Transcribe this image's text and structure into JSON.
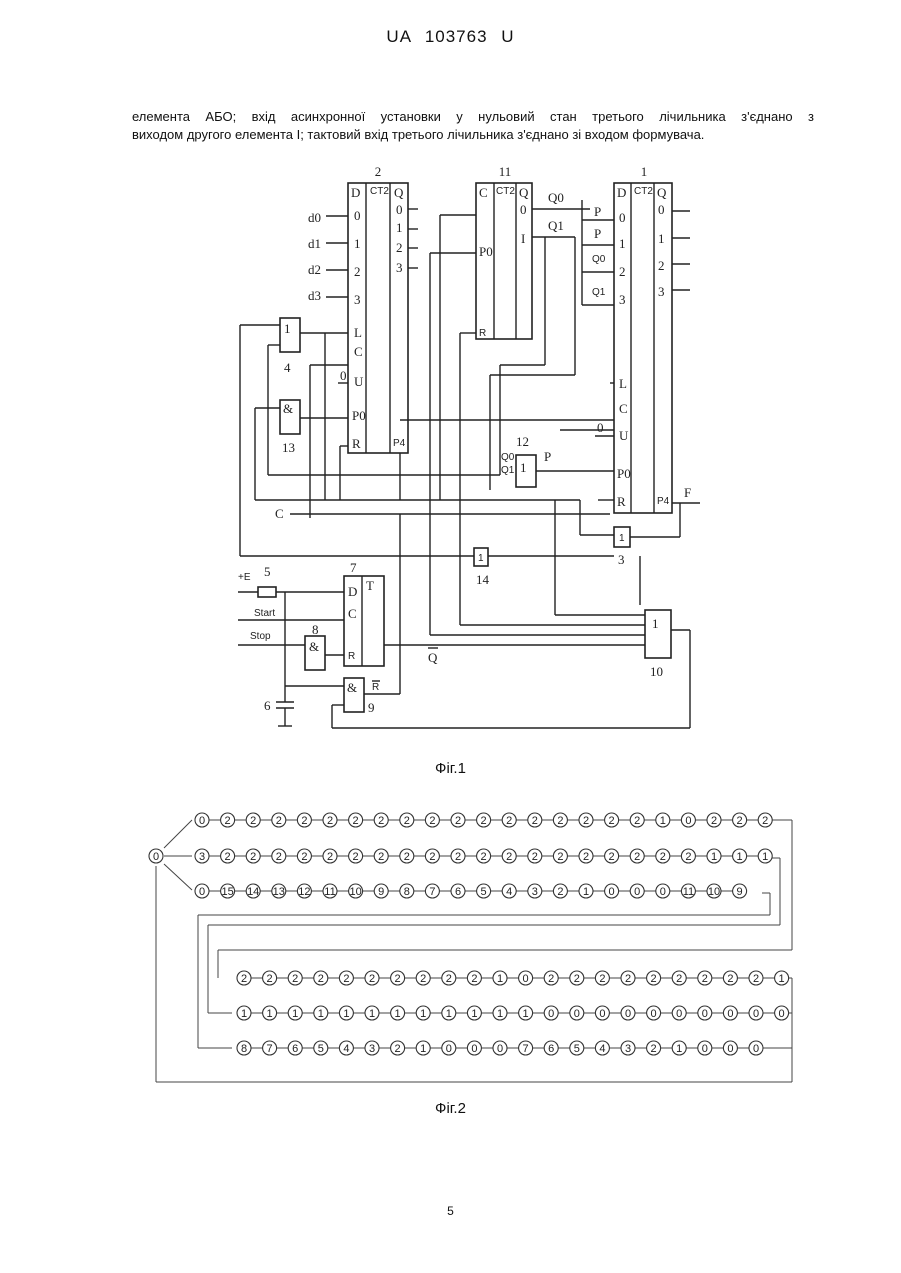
{
  "header": {
    "text": "UA   103763   U"
  },
  "paragraph": {
    "line1": "елемента АБО; вхід асинхронної установки у нульовий стан третього лічильника з'єднано з",
    "line2": "виходом другого елемента І; тактовий вхід третього лічильника з'єднано зі входом формувача."
  },
  "fig1": {
    "caption": "Фіг.1",
    "counter2": {
      "number": "2",
      "ct": "CT2",
      "pins_left": [
        "D",
        "0",
        "1",
        "2",
        "3",
        "L",
        "C",
        "U",
        "P0",
        "R"
      ],
      "pins_right": [
        "Q",
        "0",
        "1",
        "2",
        "3",
        "P4"
      ]
    },
    "counter11": {
      "number": "11",
      "ct": "CT2",
      "pins_left": [
        "C",
        "P0",
        "R"
      ],
      "pins_right": [
        "Q",
        "0",
        "I"
      ]
    },
    "counter1": {
      "number": "1",
      "ct": "CT2",
      "pins_left": [
        "D",
        "0",
        "1",
        "2",
        "3",
        "L",
        "C",
        "U",
        "P0",
        "R"
      ],
      "pins_right": [
        "Q",
        "0",
        "1",
        "2",
        "3",
        "P4"
      ]
    },
    "inputs": [
      "d0",
      "d1",
      "d2",
      "d3"
    ],
    "signals": {
      "q0": "Q0",
      "q1": "Q1",
      "p": "P",
      "c": "C",
      "f": "F",
      "e": "+E",
      "start": "Start",
      "stop": "Stop",
      "qbar": "Q",
      "rbar": "R",
      "zero": "0"
    },
    "gates": {
      "or": "1",
      "and": "&",
      "t": "T"
    },
    "numbers": [
      "4",
      "13",
      "12",
      "3",
      "14",
      "5",
      "7",
      "8",
      "6",
      "9",
      "10"
    ]
  },
  "fig2": {
    "caption": "Фіг.2",
    "start": "0",
    "rows": [
      [
        "0",
        "2",
        "2",
        "2",
        "2",
        "2",
        "2",
        "2",
        "2",
        "2",
        "2",
        "2",
        "2",
        "2",
        "2",
        "2",
        "2",
        "2",
        "1",
        "0",
        "2",
        "2",
        "2"
      ],
      [
        "3",
        "2",
        "2",
        "2",
        "2",
        "2",
        "2",
        "2",
        "2",
        "2",
        "2",
        "2",
        "2",
        "2",
        "2",
        "2",
        "2",
        "2",
        "2",
        "2",
        "1",
        "1",
        "1"
      ],
      [
        "0",
        "15",
        "14",
        "13",
        "12",
        "11",
        "10",
        "9",
        "8",
        "7",
        "6",
        "5",
        "4",
        "3",
        "2",
        "1",
        "0",
        "0",
        "0",
        "11",
        "10",
        "9"
      ],
      [
        "2",
        "2",
        "2",
        "2",
        "2",
        "2",
        "2",
        "2",
        "2",
        "2",
        "1",
        "0",
        "2",
        "2",
        "2",
        "2",
        "2",
        "2",
        "2",
        "2",
        "2",
        "1"
      ],
      [
        "1",
        "1",
        "1",
        "1",
        "1",
        "1",
        "1",
        "1",
        "1",
        "1",
        "1",
        "1",
        "0",
        "0",
        "0",
        "0",
        "0",
        "0",
        "0",
        "0",
        "0",
        "0"
      ],
      [
        "8",
        "7",
        "6",
        "5",
        "4",
        "3",
        "2",
        "1",
        "0",
        "0",
        "0",
        "7",
        "6",
        "5",
        "4",
        "3",
        "2",
        "1",
        "0",
        "0",
        "0"
      ]
    ]
  },
  "page_number": "5"
}
